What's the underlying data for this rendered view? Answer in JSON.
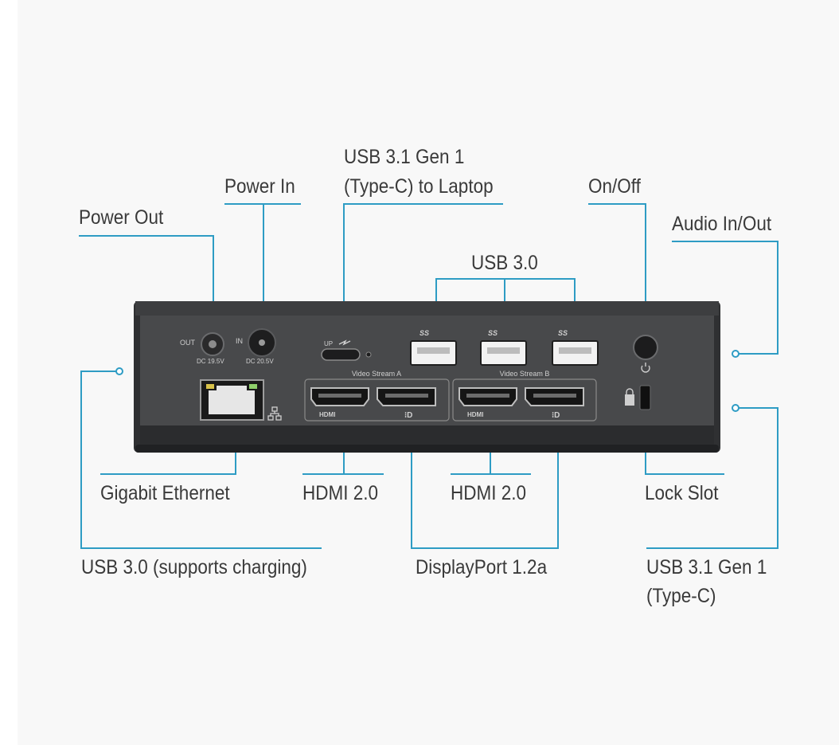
{
  "labels": {
    "power_out": "Power Out",
    "power_in": "Power In",
    "usbc_laptop_line1": "USB 3.1 Gen 1",
    "usbc_laptop_line2": "(Type-C) to Laptop",
    "on_off": "On/Off",
    "audio": "Audio In/Out",
    "usb30_top": "USB 3.0",
    "gigabit": "Gigabit Ethernet",
    "hdmi_a": "HDMI 2.0",
    "hdmi_b": "HDMI 2.0",
    "lock_slot": "Lock Slot",
    "usb30_charging": "USB 3.0 (supports charging)",
    "displayport": "DisplayPort 1.2a",
    "usbc_front_line1": "USB 3.1 Gen 1",
    "usbc_front_line2": "(Type-C)"
  },
  "device": {
    "out": "OUT",
    "in": "IN",
    "dc_out": "DC 19.5V",
    "dc_in": "DC 20.5V",
    "up": "UP",
    "ss_1": "SS",
    "ss_2": "SS",
    "ss_3": "SS",
    "stream_a": "Video Stream A",
    "stream_b": "Video Stream B",
    "hdmi_a": "HDMI",
    "hdmi_b": "HDMI"
  },
  "colors": {
    "leader_line": "#2e9cc4",
    "device_body": "#38393b",
    "device_face": "#4a4b4d",
    "label_text": "#3a3a3a"
  }
}
